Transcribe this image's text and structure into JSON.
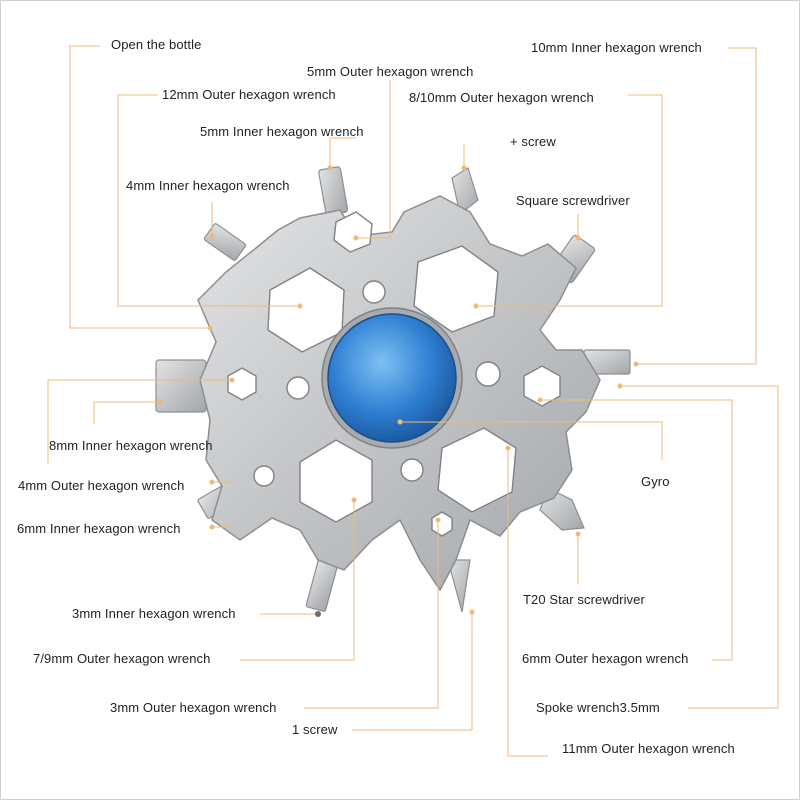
{
  "labels": {
    "open_bottle": "Open the bottle",
    "inner_hex_10": "10mm Inner hexagon wrench",
    "outer_hex_5": "5mm Outer hexagon wrench",
    "outer_hex_12": "12mm Outer hexagon wrench",
    "outer_hex_8_10": "8/10mm Outer hexagon wrench",
    "inner_hex_5": "5mm Inner hexagon wrench",
    "plus_screw": "+ screw",
    "inner_hex_4": "4mm Inner hexagon wrench",
    "square_screwdriver": "Square screwdriver",
    "inner_hex_8": "8mm Inner hexagon wrench",
    "gyro": "Gyro",
    "outer_hex_4": "4mm Outer hexagon wrench",
    "inner_hex_6": "6mm Inner hexagon wrench",
    "t20_star": "T20 Star screwdriver",
    "inner_hex_3": "3mm Inner hexagon wrench",
    "outer_hex_7_9": "7/9mm Outer hexagon wrench",
    "outer_hex_6": "6mm Outer hexagon wrench",
    "outer_hex_3": "3mm Outer hexagon wrench",
    "spoke_wrench": "Spoke wrench3.5mm",
    "one_screw": "1 screw",
    "outer_hex_11": "11mm Outer hexagon wrench"
  },
  "colors": {
    "leader": "#f0b878",
    "steel": "#c4c6c8",
    "steel_dark": "#8c8f92",
    "hub": "#2f7fd0"
  }
}
